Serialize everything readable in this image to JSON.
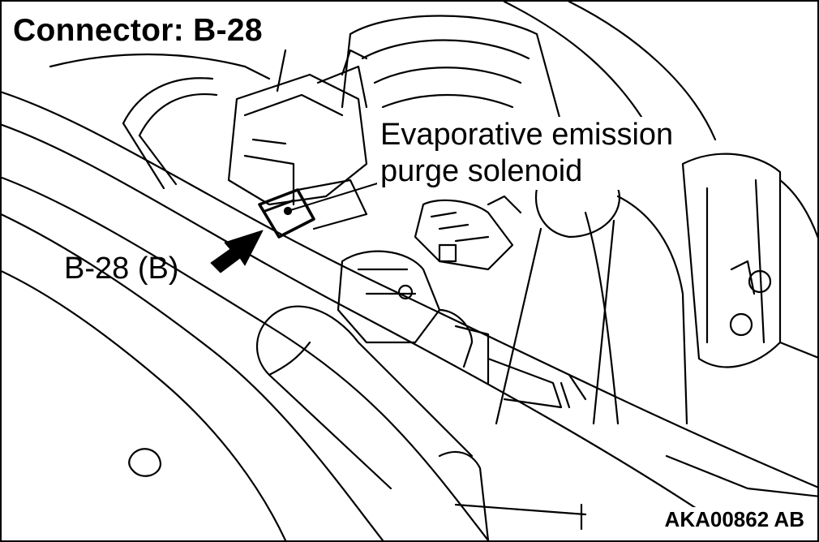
{
  "title": "Connector: B-28",
  "callout": {
    "part_line1": "Evaporative emission",
    "part_line2": "purge solenoid",
    "connector_label": "B-28 (B)"
  },
  "figure_id": "AKA00862 AB",
  "colors": {
    "ink": "#000000",
    "paper": "#ffffff"
  }
}
